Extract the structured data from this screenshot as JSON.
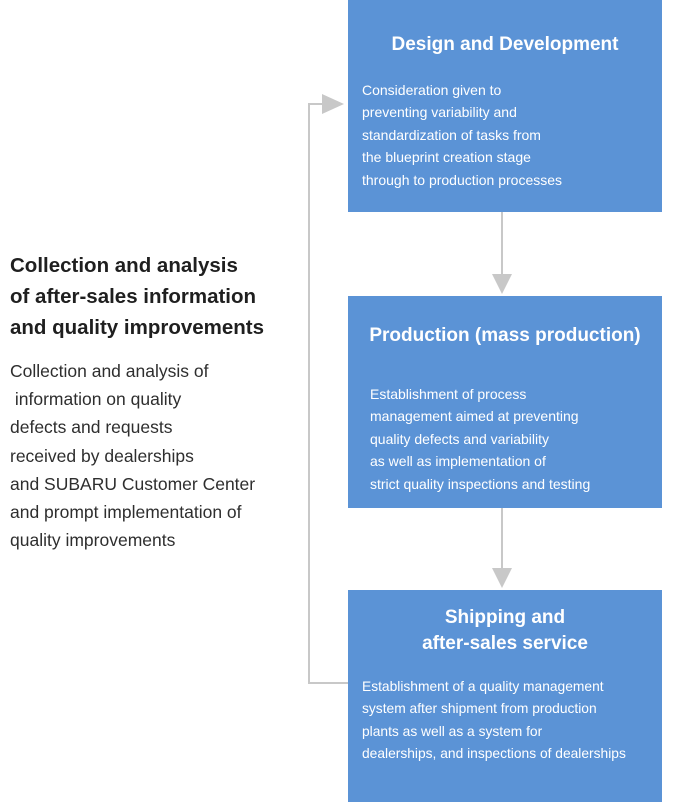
{
  "design": {
    "title": "Design and Development",
    "body": [
      "Consideration given to",
      "preventing variability and",
      "standardization of tasks from",
      "the blueprint creation stage",
      "through to production processes"
    ]
  },
  "production": {
    "title": "Production (mass production)",
    "body": [
      "Establishment of process",
      "management aimed at preventing",
      "quality defects and variability",
      "as well as implementation of",
      "strict quality inspections and testing"
    ]
  },
  "shipping": {
    "title_lines": [
      "Shipping and",
      "after-sales service"
    ],
    "body": [
      "Establishment of a quality management",
      "system after shipment from production",
      "plants as well as a system for",
      "dealerships, and inspections of dealerships"
    ]
  },
  "feedback": {
    "heading_lines": [
      "Collection and analysis",
      "of after-sales information",
      "and quality improvements"
    ],
    "body": [
      "Collection and analysis of",
      " information on quality",
      "defects and requests",
      "received by dealerships",
      "and SUBARU Customer Center",
      "and prompt implementation of",
      "quality improvements"
    ]
  },
  "colors": {
    "box_fill": "#5b93d6",
    "box_text": "#ffffff",
    "connector": "#c8c8c8",
    "heading_text": "#1f1f1f",
    "body_text": "#2e2e2e"
  }
}
